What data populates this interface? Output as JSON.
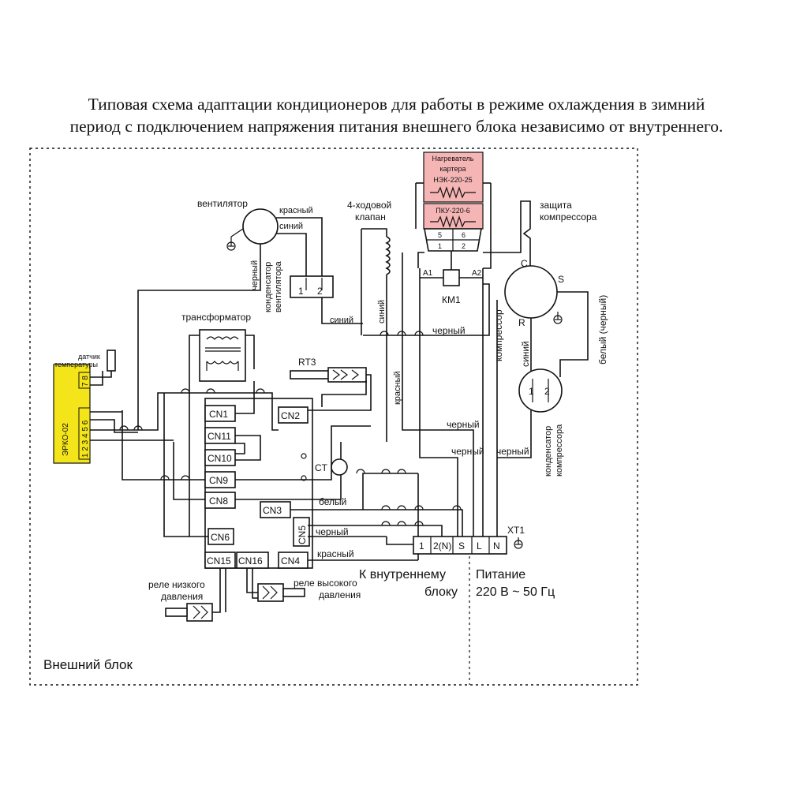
{
  "title": {
    "line1": "Типовая схема адаптации кондиционеров для работы в режиме охлаждения в зимний",
    "line2": "период  с подключением напряжения питания внешнего блока независимо от внутреннего."
  },
  "frame_label": "Внешний блок",
  "erko": {
    "name": "ЭРКО-02",
    "term_78": "7 8",
    "term_123456": "1 2 3 4 5 6",
    "sensor_label_1": "датчик",
    "sensor_label_2": "температуры"
  },
  "heater": {
    "line1": "Нагреватель",
    "line2": "картера",
    "model": "НЭК-220-25",
    "pku": "ПКУ-220-6",
    "pins": {
      "p5": "5",
      "p6": "6",
      "p1": "1",
      "p2": "2"
    }
  },
  "contactor": {
    "name": "КМ1",
    "a1": "A1",
    "a2": "A2"
  },
  "fan": {
    "label": "вентилятор",
    "wire_red": "красный",
    "wire_blue": "синий",
    "wire_black": "черный",
    "cap_line1": "конденсатор",
    "cap_line2": "вентилятора",
    "cap_t1": "1",
    "cap_t2": "2"
  },
  "valve": {
    "line1": "4-ходовой",
    "line2": "клапан",
    "wire_blue": "синий"
  },
  "transformer_label": "трансформатор",
  "connectors": [
    "CN1",
    "CN11",
    "CN10",
    "CN9",
    "CN8",
    "CN6",
    "CN15",
    "CN16",
    "CN2",
    "CN3",
    "CN5",
    "CN4"
  ],
  "rt3": "RT3",
  "ct": "CT",
  "wires": {
    "blue_1": "синий",
    "black_1": "черный",
    "red_1": "красный",
    "black_2": "черный",
    "black_3": "черный",
    "black_4": "черный",
    "white": "белый",
    "black_5": "черный",
    "red_2": "красный",
    "compressor_blue": "синий",
    "white_black": "белый (черный)"
  },
  "compressor": {
    "label": "компрессор",
    "c": "C",
    "s": "S",
    "r": "R",
    "protection_1": "защита",
    "protection_2": "компрессора",
    "cap_line1": "конденсатор",
    "cap_line2": "компрессора",
    "cap_t1": "1",
    "cap_t2": "2"
  },
  "pressure": {
    "low_1": "реле низкого",
    "low_2": "давления",
    "high_1": "реле высокого",
    "high_2": "давления"
  },
  "terminal_block": {
    "name": "XT1",
    "terminals": [
      "1",
      "2(N)",
      "S",
      "L",
      "N"
    ]
  },
  "indoor_label_1": "К внутреннему",
  "indoor_label_2": "блоку",
  "power_label_1": "Питание",
  "power_label_2": "220 В ~ 50 Гц",
  "colors": {
    "erko_fill": "#f4e41a",
    "heater_fill": "#f5b5b5",
    "line": "#111111"
  }
}
